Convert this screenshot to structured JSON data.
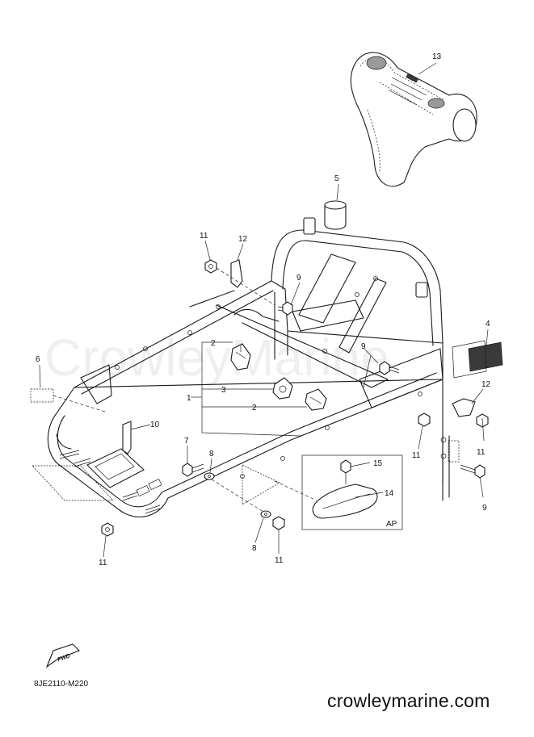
{
  "diagram": {
    "watermark": "CrowleyMarine",
    "drawing_code": "8JE2110-M220",
    "site": "crowleymarine.com",
    "fwd_label": "FWD",
    "inset_label": "AP",
    "callouts": {
      "c1": "1",
      "c2a": "2",
      "c2b": "2",
      "c3": "3",
      "c4": "4",
      "c5": "5",
      "c6": "6",
      "c7": "7",
      "c8a": "8",
      "c8b": "8",
      "c9a": "9",
      "c9b": "9",
      "c9c": "9",
      "c10": "10",
      "c11a": "11",
      "c11b": "11",
      "c11c": "11",
      "c11d": "11",
      "c11e": "11",
      "c12a": "12",
      "c12b": "12",
      "c13": "13",
      "c14": "14",
      "c15": "15"
    }
  }
}
